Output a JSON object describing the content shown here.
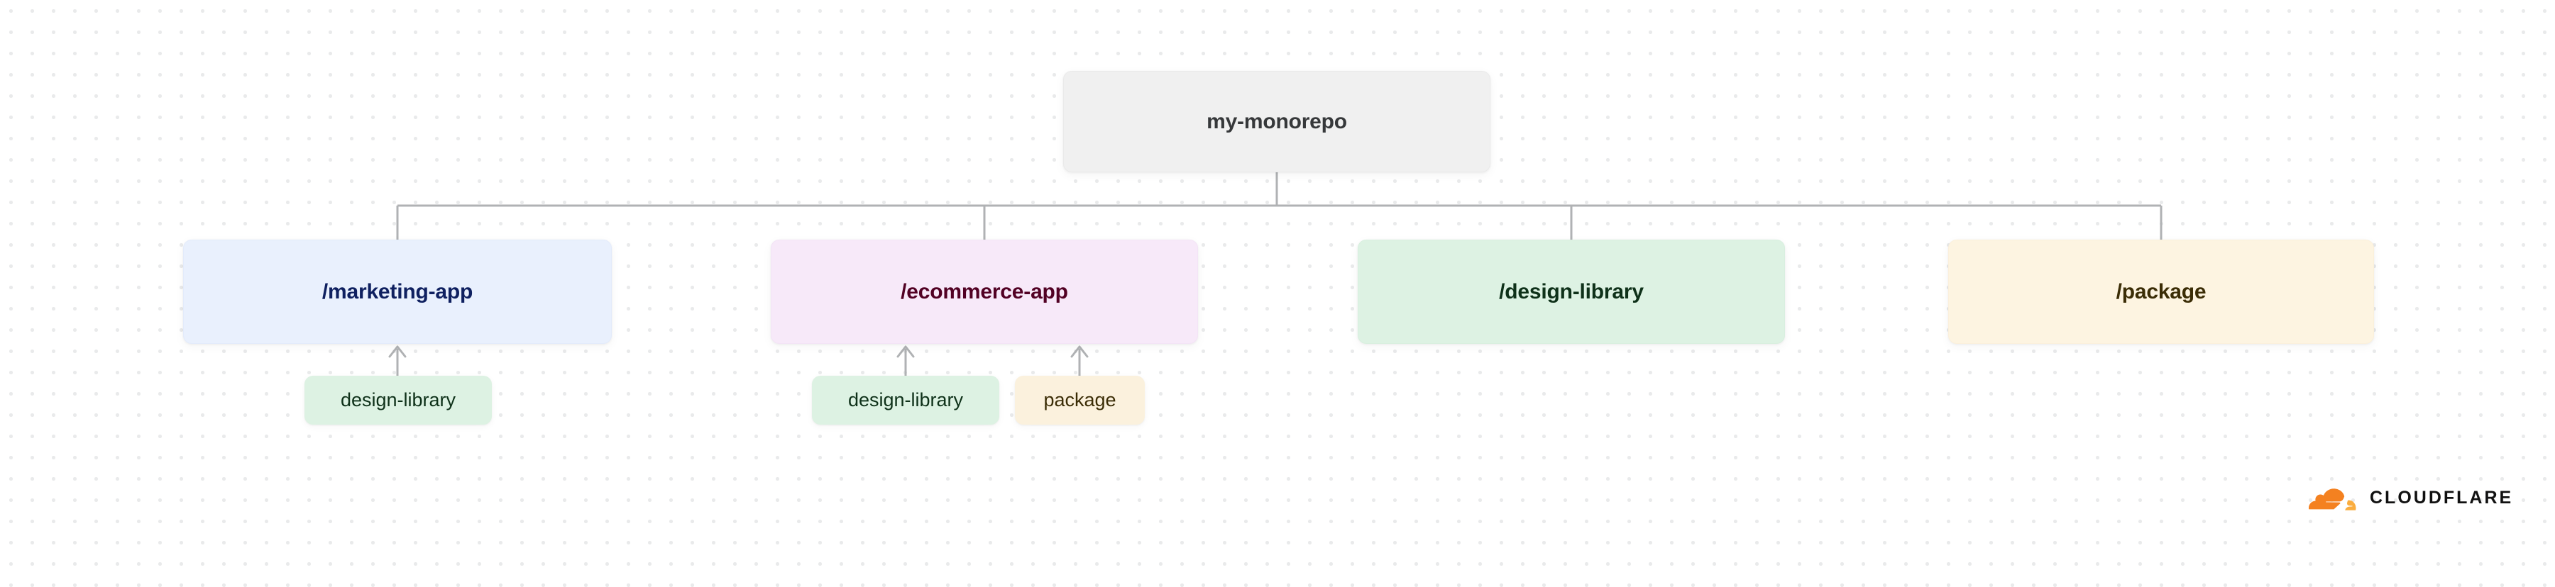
{
  "diagram": {
    "type": "monorepo-dependency-tree",
    "root": {
      "id": "root",
      "label": "my-monorepo",
      "color": "#f0f0f0",
      "text_color": "#36383a"
    },
    "packages": [
      {
        "id": "marketing-app",
        "label": "/marketing-app",
        "color": "#e9f0fd",
        "text_color": "#0f2060",
        "dependencies": [
          {
            "id": "dep-marketing-design-library",
            "label": "design-library",
            "color": "#ddf2e3",
            "text_color": "#0e3119"
          }
        ]
      },
      {
        "id": "ecommerce-app",
        "label": "/ecommerce-app",
        "color": "#f7e9f9",
        "text_color": "#520124",
        "dependencies": [
          {
            "id": "dep-ecommerce-design-library",
            "label": "design-library",
            "color": "#ddf2e3",
            "text_color": "#0e3119"
          },
          {
            "id": "dep-ecommerce-package",
            "label": "package",
            "color": "#fbf1dd",
            "text_color": "#3b2d06"
          }
        ]
      },
      {
        "id": "design-library",
        "label": "/design-library",
        "color": "#ddf2e3",
        "text_color": "#0e3119",
        "dependencies": []
      },
      {
        "id": "package",
        "label": "/package",
        "color": "#fdf4e1",
        "text_color": "#3b2d06",
        "dependencies": []
      }
    ],
    "edge_color": "#b0b2b4",
    "background": {
      "fill": "#ffffff",
      "dot_color": "#e9eaeb",
      "dot_spacing": 30
    }
  },
  "brand": {
    "name": "CLOUDFLARE",
    "logo_icon": "cloudflare-cloud-icon",
    "cloud_color_primary": "#f48120",
    "cloud_color_secondary": "#faad3f",
    "wordmark_color": "#111111"
  }
}
